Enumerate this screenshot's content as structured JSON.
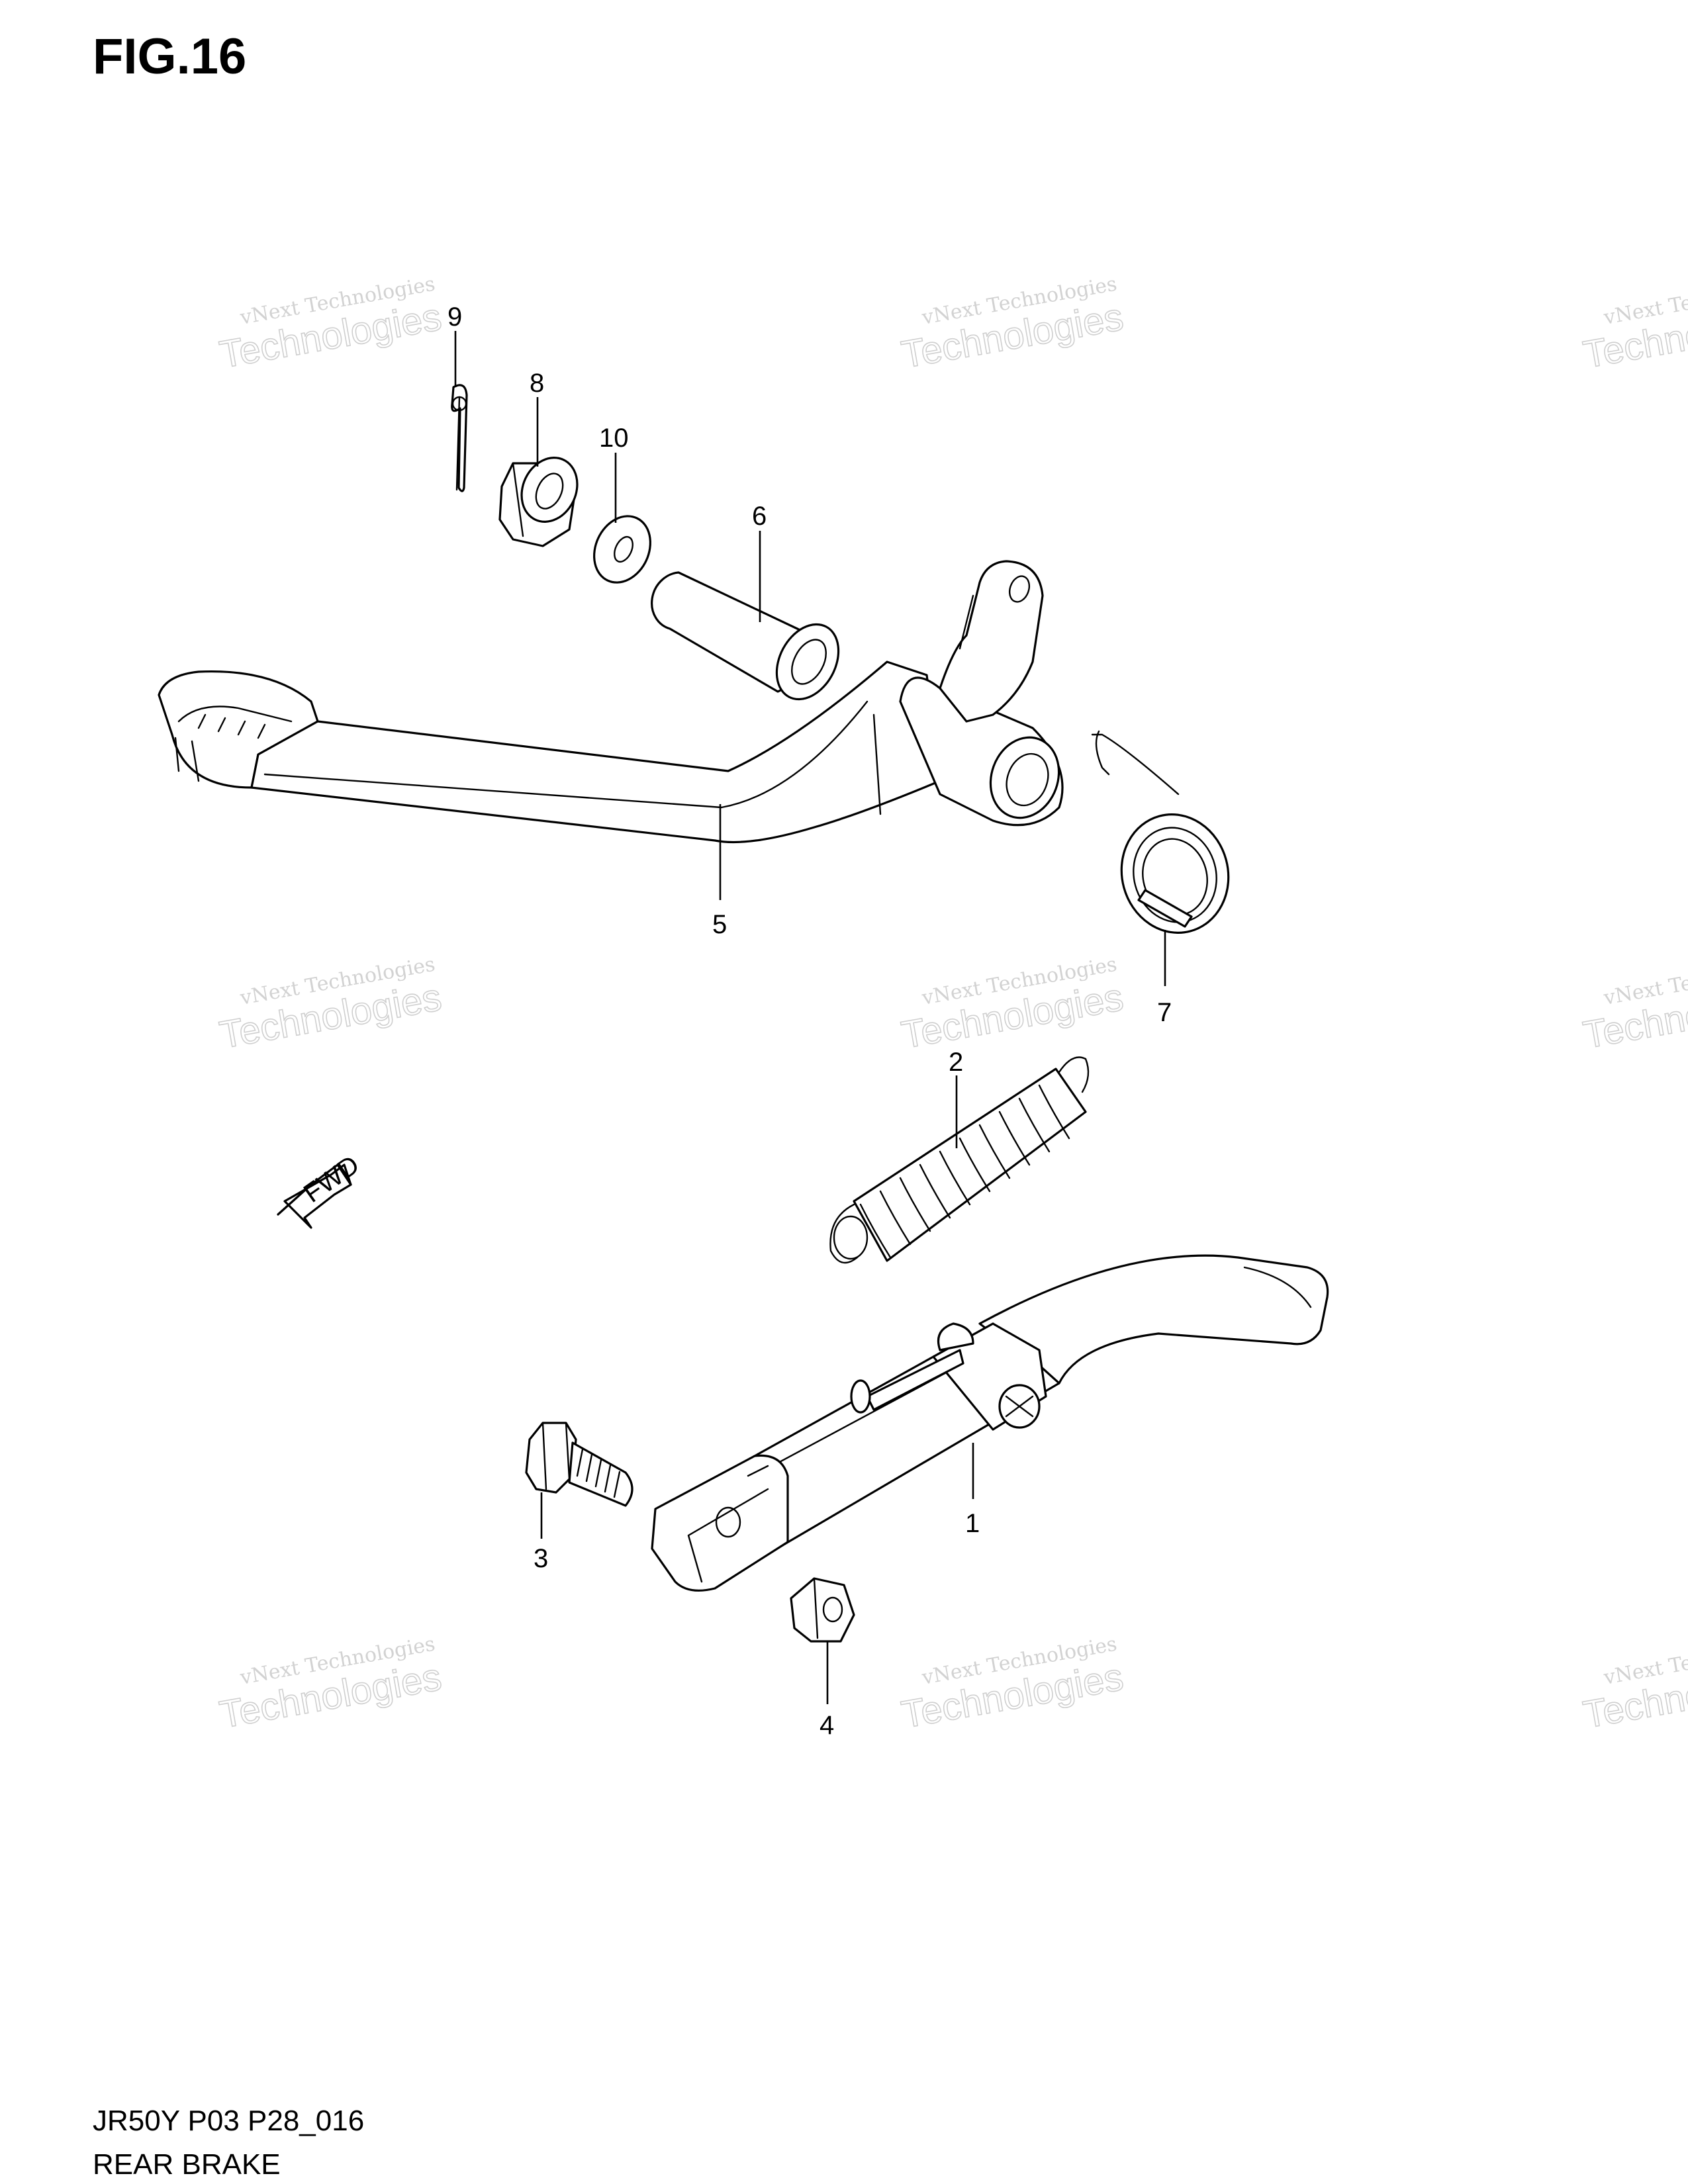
{
  "figure": {
    "title": "FIG.16"
  },
  "footer": {
    "code": "JR50Y P03 P28_016",
    "name": "REAR BRAKE"
  },
  "callouts": [
    "1",
    "2",
    "3",
    "4",
    "5",
    "6",
    "7",
    "8",
    "9",
    "10"
  ],
  "fwd_label": "FWD",
  "watermark": {
    "line1": "vNext Technologies",
    "line2": "vNext Technologies",
    "line3": "Technologies"
  }
}
